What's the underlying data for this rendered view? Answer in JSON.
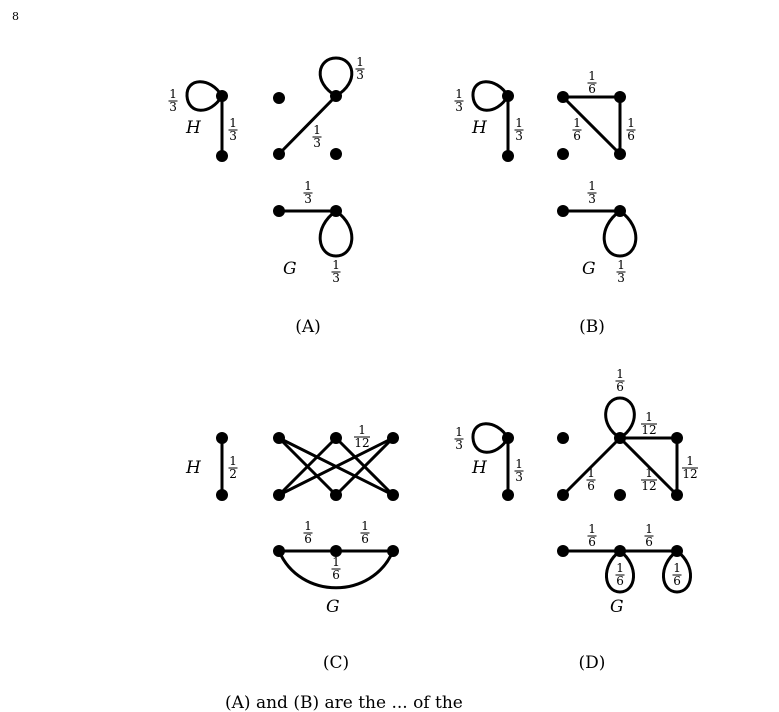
{
  "page_number": "8",
  "bottom_text": "(A) and (B) are the ... of the",
  "panels": [
    {
      "id": "A",
      "caption": "(A)",
      "labels": [
        {
          "text": "H"
        },
        {
          "text": "G"
        }
      ],
      "fractions": [
        {
          "num": "1",
          "den": "3"
        },
        {
          "num": "1",
          "den": "3"
        },
        {
          "num": "1",
          "den": "3"
        },
        {
          "num": "1",
          "den": "3"
        },
        {
          "num": "1",
          "den": "3"
        },
        {
          "num": "1",
          "den": "3"
        }
      ]
    },
    {
      "id": "B",
      "caption": "(B)",
      "labels": [
        {
          "text": "H"
        },
        {
          "text": "G"
        }
      ],
      "fractions": [
        {
          "num": "1",
          "den": "3"
        },
        {
          "num": "1",
          "den": "3"
        },
        {
          "num": "1",
          "den": "6"
        },
        {
          "num": "1",
          "den": "6"
        },
        {
          "num": "1",
          "den": "6"
        },
        {
          "num": "1",
          "den": "3"
        },
        {
          "num": "1",
          "den": "3"
        }
      ]
    },
    {
      "id": "C",
      "caption": "(C)",
      "labels": [
        {
          "text": "H"
        },
        {
          "text": "G"
        }
      ],
      "fractions": [
        {
          "num": "1",
          "den": "2"
        },
        {
          "num": "1",
          "den": "12"
        },
        {
          "num": "1",
          "den": "6"
        },
        {
          "num": "1",
          "den": "6"
        },
        {
          "num": "1",
          "den": "6"
        }
      ]
    },
    {
      "id": "D",
      "caption": "(D)",
      "labels": [
        {
          "text": "H"
        },
        {
          "text": "G"
        }
      ],
      "fractions": [
        {
          "num": "1",
          "den": "3"
        },
        {
          "num": "1",
          "den": "3"
        },
        {
          "num": "1",
          "den": "6"
        },
        {
          "num": "1",
          "den": "12"
        },
        {
          "num": "1",
          "den": "12"
        },
        {
          "num": "1",
          "den": "6"
        },
        {
          "num": "1",
          "den": "12"
        },
        {
          "num": "1",
          "den": "6"
        },
        {
          "num": "1",
          "den": "6"
        },
        {
          "num": "1",
          "den": "6"
        },
        {
          "num": "1",
          "den": "6"
        }
      ]
    }
  ]
}
